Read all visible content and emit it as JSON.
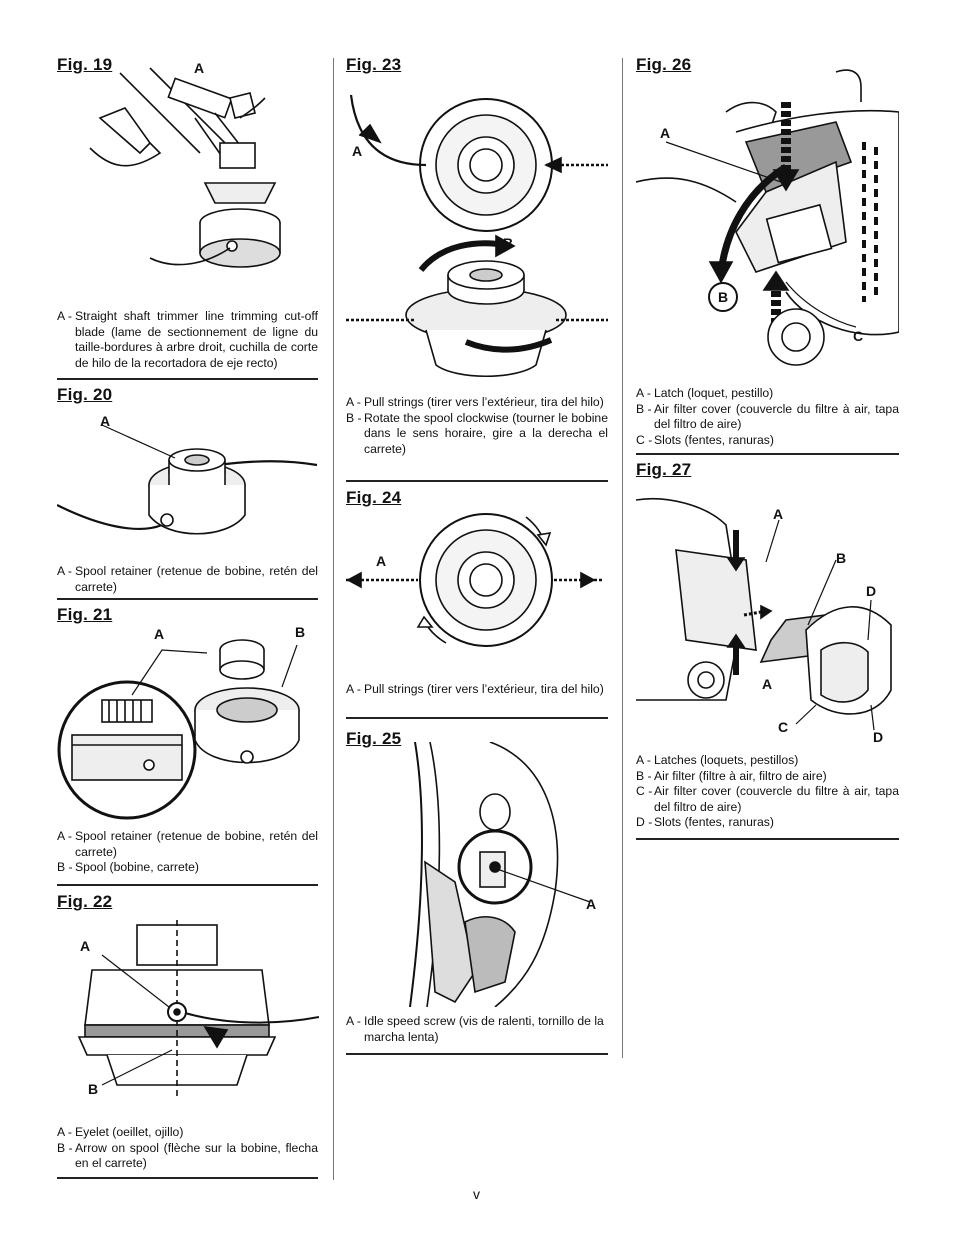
{
  "page_number": "v",
  "figures": {
    "fig19": {
      "title": "Fig. 19",
      "callouts": [
        "A"
      ],
      "captions": [
        {
          "label": "A -",
          "text": "Straight shaft trimmer line trimming cut-off blade (lame de sectionnement de ligne du taille-bordures à arbre droit, cuchilla de corte de hilo de la recortadora de eje recto)"
        }
      ]
    },
    "fig20": {
      "title": "Fig. 20",
      "callouts": [
        "A"
      ],
      "captions": [
        {
          "label": "A -",
          "text": "Spool retainer (retenue de bobine, retén del carrete)"
        }
      ]
    },
    "fig21": {
      "title": "Fig. 21",
      "callouts": [
        "A",
        "B"
      ],
      "captions": [
        {
          "label": "A -",
          "text": "Spool retainer (retenue de bobine, retén del carrete)"
        },
        {
          "label": "B -",
          "text": "Spool (bobine, carrete)"
        }
      ]
    },
    "fig22": {
      "title": "Fig. 22",
      "callouts": [
        "A",
        "B"
      ],
      "captions": [
        {
          "label": "A -",
          "text": "Eyelet (oeillet, ojillo)"
        },
        {
          "label": "B -",
          "text": "Arrow on spool (flèche sur la bobine, flecha en el carrete)"
        }
      ]
    },
    "fig23": {
      "title": "Fig. 23",
      "callouts": [
        "A",
        "B"
      ],
      "captions": [
        {
          "label": "A -",
          "text": "Pull strings (tirer vers l’extérieur, tira del hilo)"
        },
        {
          "label": "B -",
          "text": "Rotate the spool clockwise (tourner le bobine dans le sens horaire, gire a la derecha el carrete)"
        }
      ]
    },
    "fig24": {
      "title": "Fig. 24",
      "callouts": [
        "A"
      ],
      "captions": [
        {
          "label": "A -",
          "text": "Pull strings (tirer vers l’extérieur, tira del hilo)"
        }
      ]
    },
    "fig25": {
      "title": "Fig. 25",
      "callouts": [
        "A"
      ],
      "captions": [
        {
          "label": "A -",
          "text": "Idle speed screw (vis de ralenti, tornillo de la marcha lenta)"
        }
      ]
    },
    "fig26": {
      "title": "Fig. 26",
      "callouts": [
        "A",
        "B",
        "C"
      ],
      "captions": [
        {
          "label": "A -",
          "text": "Latch (loquet, pestillo)"
        },
        {
          "label": "B -",
          "text": "Air filter cover (couvercle du filtre  à air, tapa del filtro de aire)"
        },
        {
          "label": "C -",
          "text": "Slots (fentes, ranuras)"
        }
      ]
    },
    "fig27": {
      "title": "Fig. 27",
      "callouts": [
        "A",
        "B",
        "D",
        "A",
        "C",
        "D"
      ],
      "captions": [
        {
          "label": "A -",
          "text": "Latches (loquets, pestillos)"
        },
        {
          "label": "B -",
          "text": "Air filter (filtre à air, filtro de aire)"
        },
        {
          "label": "C -",
          "text": "Air filter cover (couvercle du filtre à air, tapa del filtro de aire)"
        },
        {
          "label": "D -",
          "text": "Slots (fentes, ranuras)"
        }
      ]
    }
  }
}
